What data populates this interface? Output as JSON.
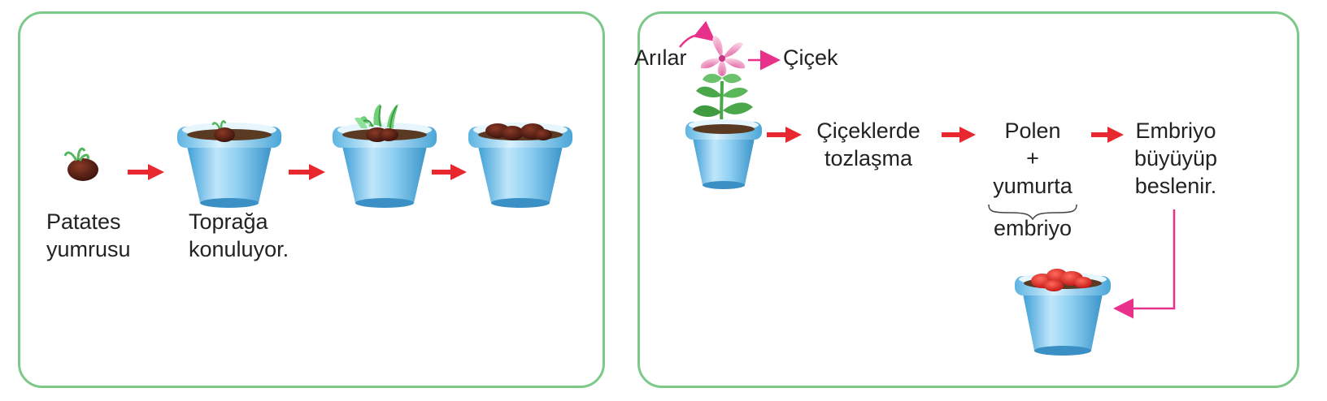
{
  "left_panel": {
    "label_tuber_line1": "Patates",
    "label_tuber_line2": "yumrusu",
    "label_soil_line1": "Toprağa",
    "label_soil_line2": "konuluyor."
  },
  "right_panel": {
    "label_bees": "Arılar",
    "label_flower": "Çiçek",
    "label_pollination_line1": "Çiçeklerde",
    "label_pollination_line2": "tozlaşma",
    "label_pollen": "Polen",
    "label_plus": "+",
    "label_egg": "yumurta",
    "label_embryo": "embriyo",
    "label_grow_line1": "Embriyo",
    "label_grow_line2": "büyüyüp",
    "label_grow_line3": "beslenir."
  },
  "colors": {
    "panel_border": "#7cc98a",
    "arrow_red": "#e8282e",
    "arrow_pink": "#e8318a",
    "pot_blue": "#8fd0f2",
    "soil": "#5a3a22",
    "seed": "#4a1a12",
    "sprout_green": "#5fc266",
    "flower_pink": "#f4a8cc",
    "leaf_green": "#4aa84a",
    "red_seed": "#e02828"
  }
}
